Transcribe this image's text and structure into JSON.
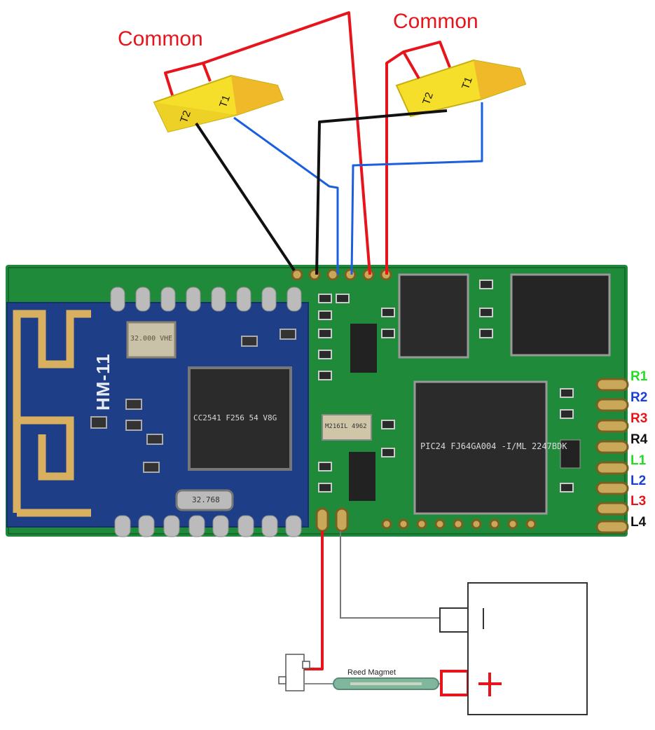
{
  "coils": [
    {
      "common_label": "Common",
      "t1_label": "T1",
      "t2_label": "T2"
    },
    {
      "common_label": "Common",
      "t1_label": "T1",
      "t2_label": "T2"
    }
  ],
  "module": {
    "antenna_module_label": "HM-11",
    "crystal_label": "32.000 VHE",
    "bt_chip_label": "CC2541 F256 54 V8G",
    "mcu_label": "PIC24 FJ64GA004 -I/ML 2247BDK",
    "small_ic_label": "M216IL 4962",
    "crystal2_label": "32.768"
  },
  "pins": [
    {
      "label": "R1",
      "color": "#22dd22"
    },
    {
      "label": "R2",
      "color": "#1a3fd6"
    },
    {
      "label": "R3",
      "color": "#e8141b"
    },
    {
      "label": "R4",
      "color": "#111111"
    },
    {
      "label": "L1",
      "color": "#22dd22"
    },
    {
      "label": "L2",
      "color": "#1a3fd6"
    },
    {
      "label": "L3",
      "color": "#e8141b"
    },
    {
      "label": "L4",
      "color": "#111111"
    }
  ],
  "reed": {
    "label": "Reed Magmet"
  },
  "battery": {
    "minus": "|",
    "plus": "+"
  },
  "colors": {
    "red": "#e8141b",
    "blue": "#1a5fe0",
    "black": "#111111",
    "pcb": "#1f8a3a",
    "coil": "#f5df2a"
  }
}
